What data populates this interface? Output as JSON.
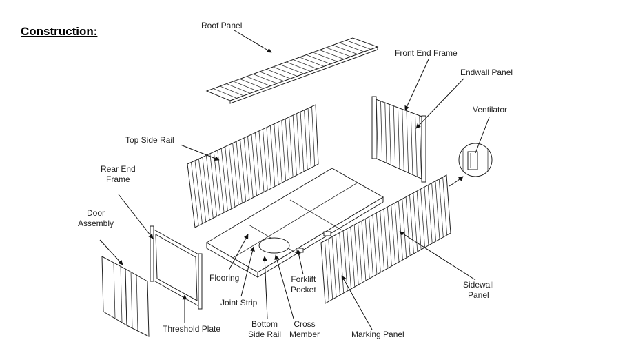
{
  "heading": "Construction:",
  "labels": {
    "roof_panel": "Roof Panel",
    "front_end_frame": "Front End Frame",
    "endwall_panel": "Endwall Panel",
    "ventilator": "Ventilator",
    "top_side_rail": "Top Side Rail",
    "rear_end_frame_1": "Rear End",
    "rear_end_frame_2": "Frame",
    "door_assembly_1": "Door",
    "door_assembly_2": "Assembly",
    "flooring": "Flooring",
    "joint_strip": "Joint Strip",
    "bottom_side_rail_1": "Bottom",
    "bottom_side_rail_2": "Side Rail",
    "cross_member_1": "Cross",
    "cross_member_2": "Member",
    "forklift_pocket_1": "Forklift",
    "forklift_pocket_2": "Pocket",
    "sidewall_panel_1": "Sidewall",
    "sidewall_panel_2": "Panel",
    "marking_panel": "Marking Panel",
    "threshold_plate": "Threshold Plate"
  }
}
